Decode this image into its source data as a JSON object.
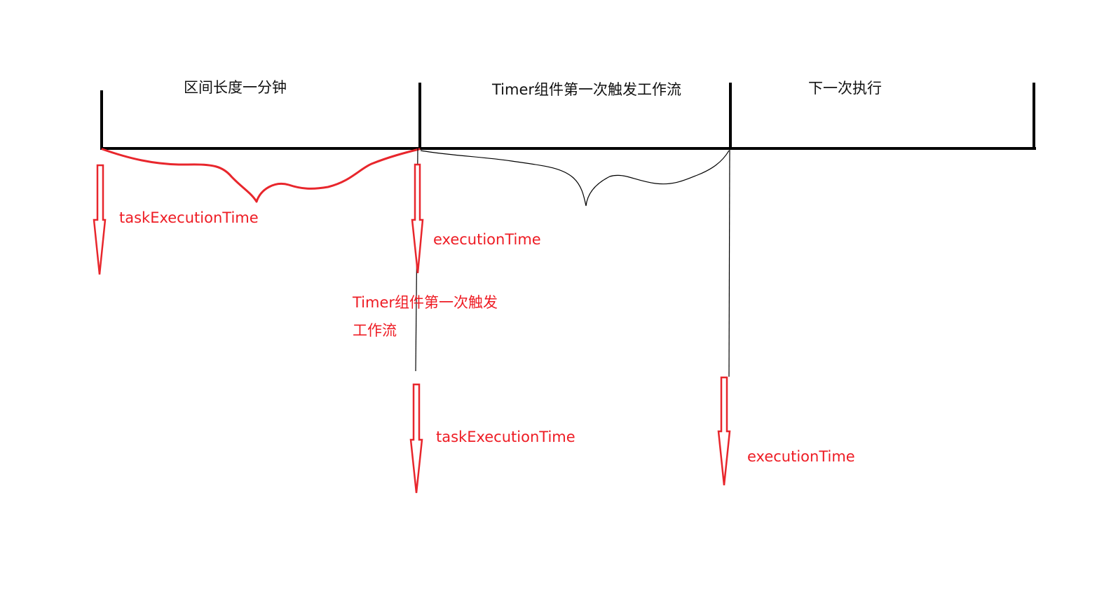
{
  "segments": {
    "seg1_label": "区间长度一分钟",
    "seg2_label": "Timer组件第一次触发工作流",
    "seg3_label": "下一次执行"
  },
  "annotations": {
    "arrow1_label": "taskExecutionTime",
    "arrow2_label": "executionTime",
    "arrow2_note_line1": "Timer组件第一次触发",
    "arrow2_note_line2": "工作流",
    "arrow3_label": "taskExecutionTime",
    "arrow4_label": "executionTime"
  },
  "colors": {
    "timeline": "#000000",
    "annotation": "#ee1c24"
  }
}
